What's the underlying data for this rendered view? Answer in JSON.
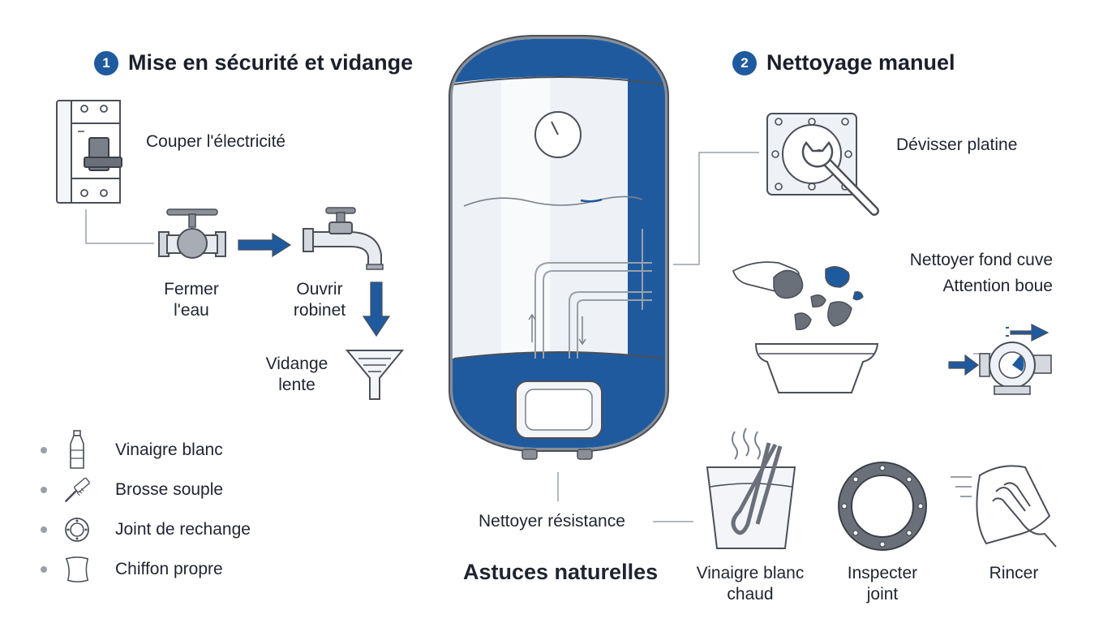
{
  "section1": {
    "number": "1",
    "title": "Mise en sécurité et vidange"
  },
  "section2": {
    "number": "2",
    "title": "Nettoyage manuel"
  },
  "steps": {
    "power": "Couper l'électricité",
    "water_line1": "Fermer",
    "water_line2": "l'eau",
    "tap_line1": "Ouvrir",
    "tap_line2": "robinet",
    "drain_line1": "Vidange",
    "drain_line2": "lente",
    "unscrew": "Dévisser platine",
    "clean_line1": "Nettoyer fond cuve",
    "clean_line2": "Attention boue",
    "resistance": "Nettoyer résistance",
    "vinegar_line1": "Vinaigre blanc",
    "vinegar_line2": "chaud",
    "inspect_line1": "Inspecter",
    "inspect_line2": "joint",
    "rinse": "Rincer"
  },
  "tips_title": "Astuces naturelles",
  "supplies": [
    {
      "icon": "bottle-icon",
      "label": "Vinaigre blanc"
    },
    {
      "icon": "brush-icon",
      "label": "Brosse souple"
    },
    {
      "icon": "gasket-icon",
      "label": "Joint de rechange"
    },
    {
      "icon": "cloth-icon",
      "label": "Chiffon propre"
    }
  ],
  "colors": {
    "accent": "#1f5a9e",
    "outline": "#4a4f58",
    "metal": "#8a8f98",
    "light": "#eef1f5"
  }
}
